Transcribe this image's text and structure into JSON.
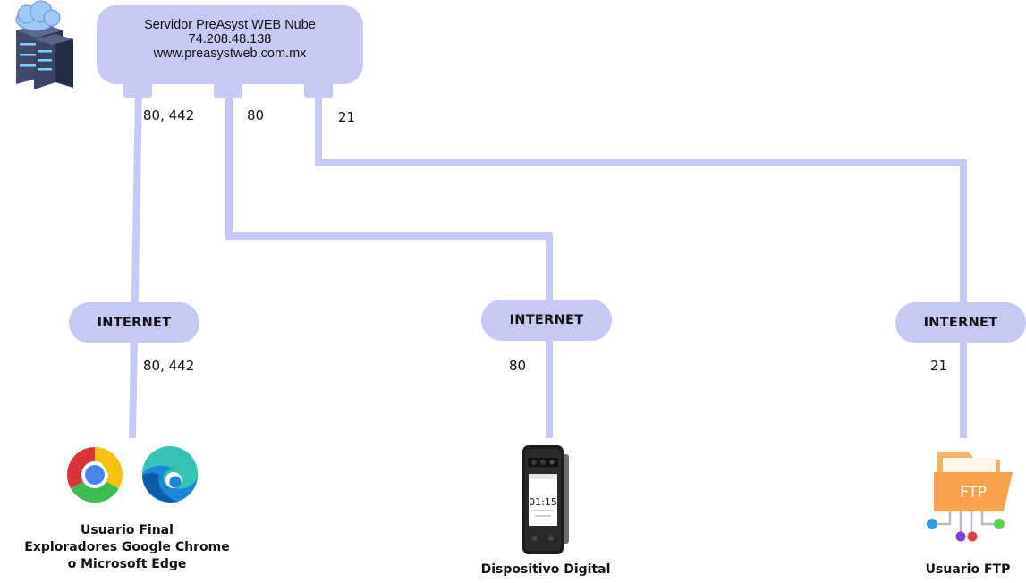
{
  "server": {
    "line1": "Servidor PreAsyst WEB Nube",
    "line2": "74.208.48.138",
    "line3": "www.preasystweb.com.mx",
    "icon": "server-cloud-icon"
  },
  "ports": {
    "server_left": "80, 442",
    "server_mid": "80",
    "server_right": "21",
    "client_left": "80, 442",
    "client_mid": "80",
    "client_right": "21"
  },
  "internet_nodes": [
    "INTERNET",
    "INTERNET",
    "INTERNET"
  ],
  "clients": {
    "browser": {
      "lines": [
        "Usuario Final",
        "Exploradores Google Chrome",
        "o Microsoft Edge"
      ],
      "icons": [
        "chrome-icon",
        "edge-icon"
      ]
    },
    "device": {
      "lines": [
        "Dispositivo Digital"
      ],
      "screen_time": "01:15",
      "icon": "biometric-terminal-icon"
    },
    "ftp": {
      "lines": [
        "Usuario FTP"
      ],
      "folder_text": "FTP",
      "icon": "ftp-folder-icon"
    }
  },
  "colors": {
    "connector": "#c6c9f4",
    "node_fill": "#c6c9f4",
    "ftp_folder": "#f7a24c"
  }
}
